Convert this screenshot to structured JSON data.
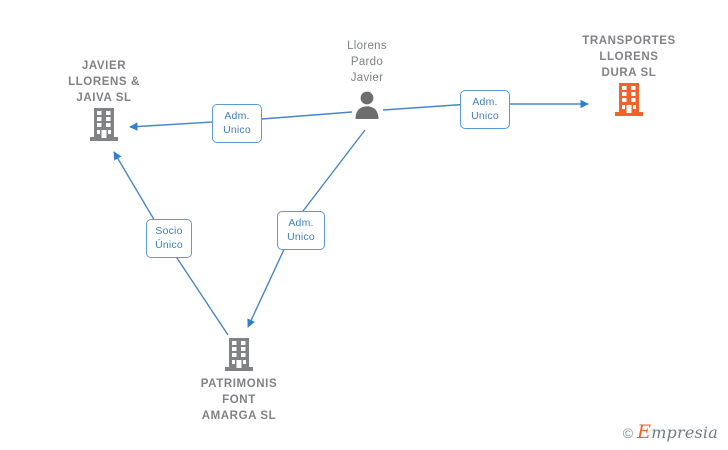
{
  "diagram": {
    "type": "corporate-relationship-graph",
    "background_color": "#ffffff",
    "edge_color": "#4a86c5",
    "company_color_gray": "#808285",
    "company_color_highlight": "#f4622c",
    "label_text_color": "#3f7fbf",
    "nodes": [
      {
        "id": "javier-llorens-jaiva",
        "label": "JAVIER\nLLORENS &\nJAIVA  SL",
        "kind": "company",
        "icon": "building-icon",
        "icon_color": "#808285",
        "label_position": "above"
      },
      {
        "id": "llorens-pardo-javier",
        "label": "Llorens\nPardo\nJavier",
        "kind": "person",
        "icon": "person-icon",
        "icon_color": "#6e6e6e",
        "label_position": "above"
      },
      {
        "id": "transportes-llorens-dura",
        "label": "TRANSPORTES\nLLORENS\nDURA  SL",
        "kind": "company",
        "icon": "building-icon",
        "icon_color": "#f4622c",
        "label_position": "above"
      },
      {
        "id": "patrimonis-font-amarga",
        "label": "PATRIMONIS\nFONT\nAMARGA  SL",
        "kind": "company",
        "icon": "building-icon",
        "icon_color": "#808285",
        "label_position": "below"
      }
    ],
    "edges": [
      {
        "id": "edge-javier-to-jaiva",
        "from": "llorens-pardo-javier",
        "to": "javier-llorens-jaiva",
        "label": "Adm.\nUnico"
      },
      {
        "id": "edge-javier-to-transportes",
        "from": "llorens-pardo-javier",
        "to": "transportes-llorens-dura",
        "label": "Adm.\nUnico"
      },
      {
        "id": "edge-javier-to-patrimonis",
        "from": "llorens-pardo-javier",
        "to": "patrimonis-font-amarga",
        "label": "Adm.\nUnico"
      },
      {
        "id": "edge-patrimonis-to-jaiva",
        "from": "patrimonis-font-amarga",
        "to": "javier-llorens-jaiva",
        "label": "Socio\nÚnico"
      }
    ]
  },
  "watermark": {
    "copyright": "©",
    "brand_initial": "E",
    "brand_rest": "mpresia"
  }
}
